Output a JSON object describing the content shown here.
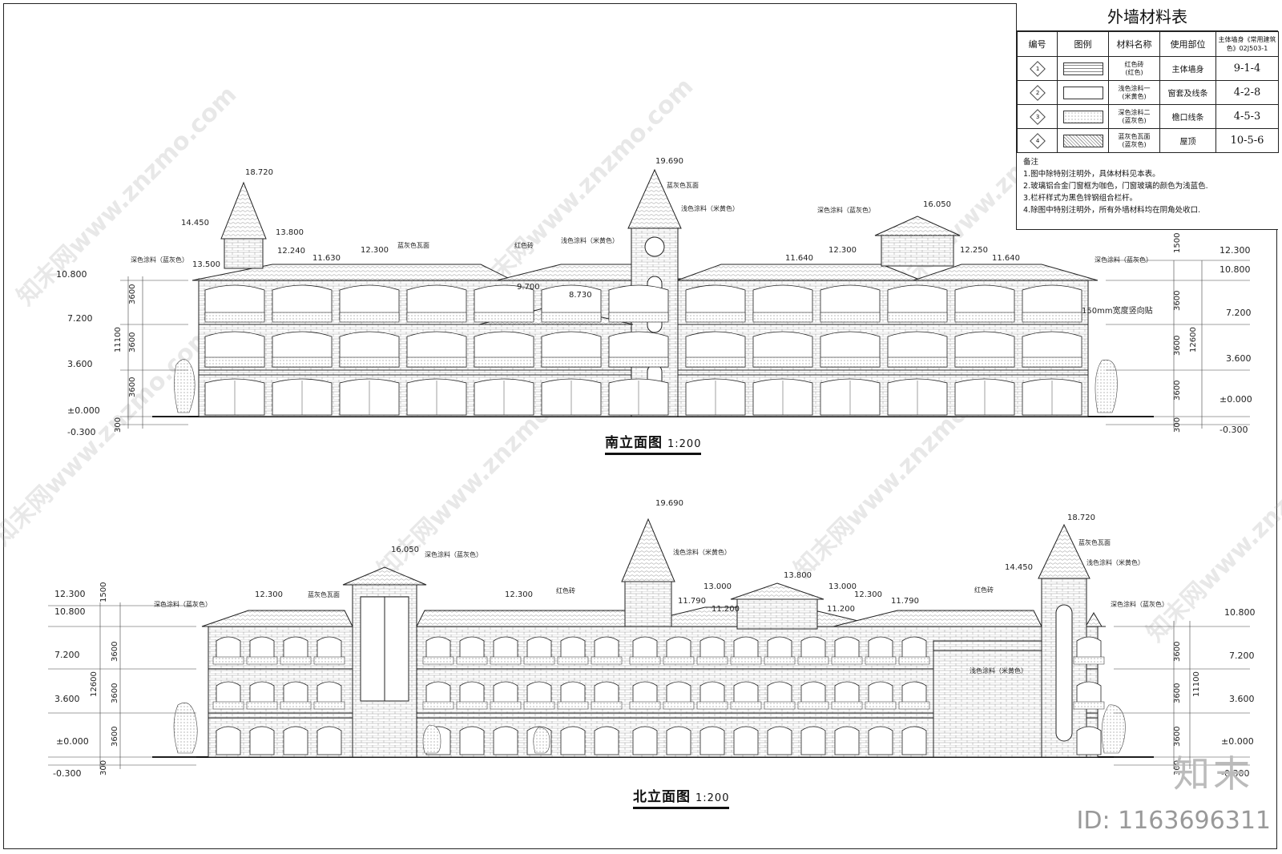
{
  "material_table": {
    "title": "外墙材料表",
    "headers": [
      "编号",
      "图例",
      "材料名称",
      "使用部位",
      "主体墙身《常用建筑色》02J503-1"
    ],
    "rows": [
      {
        "num": "1",
        "material": "红色砖\n(红色)",
        "location": "主体墙身",
        "code": "9-1-4"
      },
      {
        "num": "2",
        "material": "浅色涂料一\n(米黄色)",
        "location": "窗套及线条",
        "code": "4-2-8"
      },
      {
        "num": "3",
        "material": "深色涂料二\n(蓝灰色)",
        "location": "檐口线条",
        "code": "4-5-3"
      },
      {
        "num": "4",
        "material": "蓝灰色瓦面\n(蓝灰色)",
        "location": "屋顶",
        "code": "10-5-6"
      }
    ],
    "notes_title": "备注",
    "notes": [
      "1.图中除特别注明外，具体材料见本表。",
      "2.玻璃铝合金门窗框为咖色，门窗玻璃的颜色为浅蓝色.",
      "3.栏杆样式为黑色锌钢组合栏杆。",
      "4.除图中特别注明外，所有外墙材料均在阴角处收口."
    ]
  },
  "south": {
    "caption": "南立面图",
    "scale": "1:200",
    "left_levels": [
      "10.800",
      "7.200",
      "3.600",
      "±0.000",
      "-0.300"
    ],
    "left_dims": [
      "3600",
      "11100",
      "3600",
      "3600",
      "300"
    ],
    "right_levels": [
      "12.300",
      "10.800",
      "7.200",
      "3.600",
      "±0.000",
      "-0.300"
    ],
    "right_dims": [
      "1500",
      "3600",
      "12600",
      "3600",
      "3600",
      "300"
    ],
    "elev_labels": [
      "18.720",
      "14.450",
      "13.800",
      "13.500",
      "12.240",
      "11.630",
      "12.300",
      "9.700",
      "8.730",
      "19.690",
      "11.640",
      "12.300",
      "16.050",
      "12.250",
      "11.640"
    ],
    "annotations": [
      "深色涂料（蓝灰色）",
      "蓝灰色瓦面",
      "红色砖",
      "浅色涂料（米黄色）",
      "蓝灰色瓦面",
      "浅色涂料（米黄色）",
      "深色涂料（蓝灰色）",
      "深色涂料（蓝灰色）",
      "150mm宽度竖向贴"
    ]
  },
  "north": {
    "caption": "北立面图",
    "scale": "1:200",
    "left_levels": [
      "12.300",
      "10.800",
      "7.200",
      "3.600",
      "±0.000",
      "-0.300"
    ],
    "left_dims": [
      "1500",
      "3600",
      "12600",
      "3600",
      "3600",
      "300"
    ],
    "right_levels": [
      "10.800",
      "7.200",
      "3.600",
      "±0.000",
      "-0.300"
    ],
    "right_dims": [
      "3600",
      "11100",
      "3600",
      "3600",
      "300"
    ],
    "elev_labels": [
      "16.050",
      "12.300",
      "19.690",
      "12.300",
      "11.790",
      "13.000",
      "11.200",
      "13.800",
      "13.000",
      "11.200",
      "12.300",
      "11.790",
      "18.720",
      "14.450"
    ],
    "annotations": [
      "深色涂料（蓝灰色）",
      "深色涂料（蓝灰色）",
      "蓝灰色瓦面",
      "浅色涂料（米黄色）",
      "红色砖",
      "红色砖",
      "蓝灰色瓦面",
      "浅色涂料（米黄色）",
      "深色涂料（蓝灰色）",
      "浅色涂料（米黄色）"
    ]
  },
  "brand": "知末",
  "id_label": "ID: 1163696311",
  "watermark": "知末网www.znzmo.com"
}
